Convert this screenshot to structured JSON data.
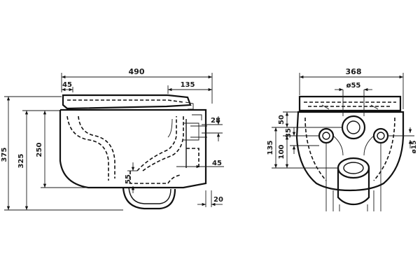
{
  "drawing": {
    "side_view": {
      "dims": {
        "overall_length": "490",
        "left_offset": "45",
        "right_offset": "135",
        "height_total": "375",
        "height_rim": "325",
        "height_outlet": "250",
        "inlet_height": "28",
        "outlet_height": "45",
        "outlet_dia": "55",
        "wall_gap": "20"
      }
    },
    "front_view": {
      "dims": {
        "overall_width": "368",
        "inlet_dia": "ø55",
        "height_135": "135",
        "height_100": "100",
        "height_50": "50",
        "height_35": "35",
        "bolt_dia": "ø15"
      }
    },
    "colors": {
      "line": "#111111",
      "background": "#ffffff"
    }
  }
}
